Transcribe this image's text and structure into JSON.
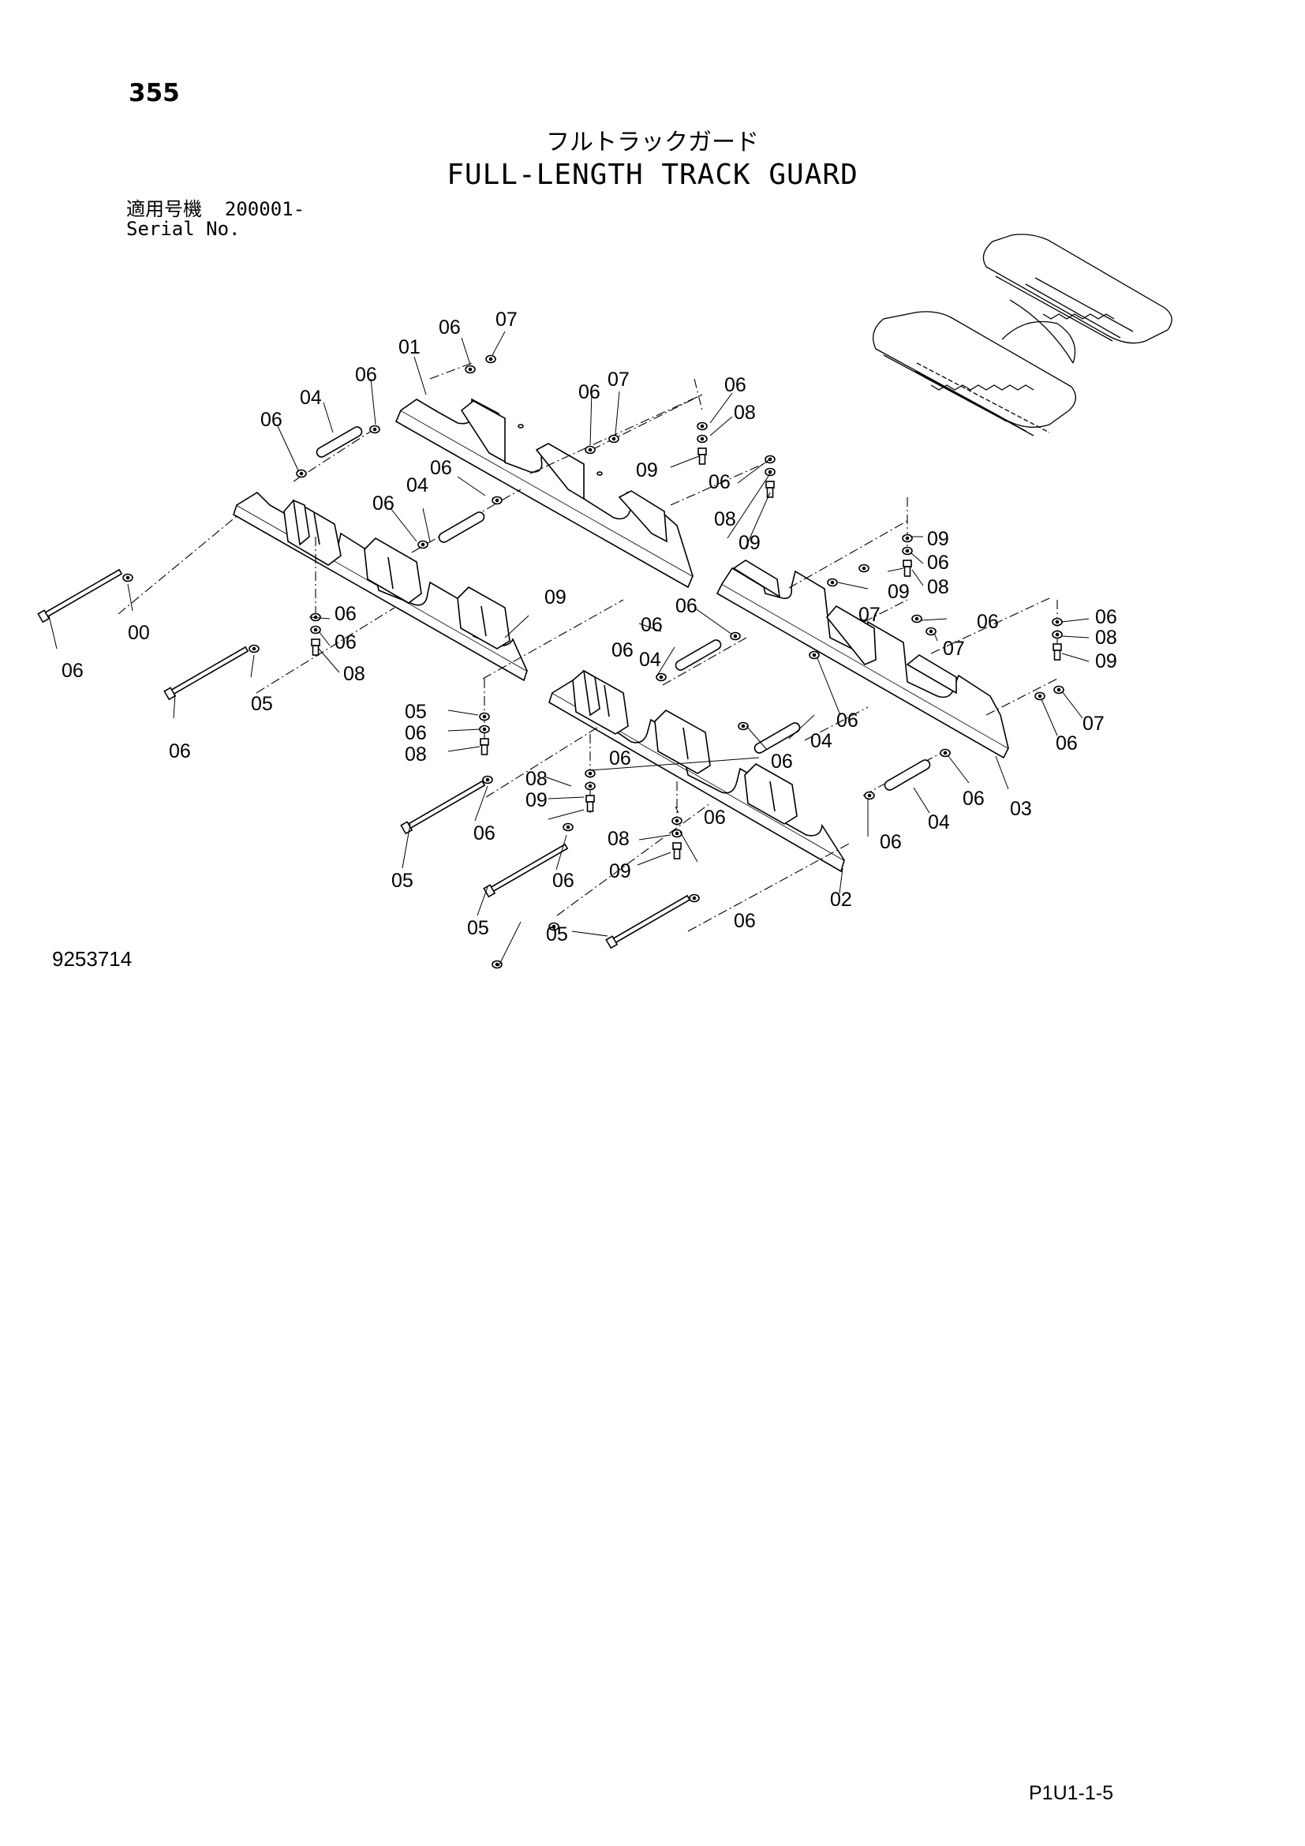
{
  "page": {
    "number": "355",
    "title_jp": "フルトラックガード",
    "title_en": "FULL-LENGTH TRACK GUARD",
    "serial_label_jp": "適用号機",
    "serial_value": "200001-",
    "serial_label_en": "Serial No.",
    "drawing_number": "9253714",
    "page_code": "P1U1-1-5"
  },
  "callouts": [
    {
      "id": "c1",
      "label": "01"
    },
    {
      "id": "c2",
      "label": "06"
    },
    {
      "id": "c3",
      "label": "07"
    },
    {
      "id": "c4",
      "label": "04"
    },
    {
      "id": "c5",
      "label": "06"
    },
    {
      "id": "c6",
      "label": "06"
    },
    {
      "id": "c7",
      "label": "06"
    },
    {
      "id": "c8",
      "label": "07"
    },
    {
      "id": "c9",
      "label": "06"
    },
    {
      "id": "c10",
      "label": "08"
    },
    {
      "id": "c11",
      "label": "09"
    },
    {
      "id": "c12",
      "label": "06"
    },
    {
      "id": "c13",
      "label": "08"
    },
    {
      "id": "c14",
      "label": "09"
    },
    {
      "id": "c15",
      "label": "06"
    },
    {
      "id": "c16",
      "label": "04"
    },
    {
      "id": "c17",
      "label": "06"
    },
    {
      "id": "c18",
      "label": "06"
    },
    {
      "id": "c19",
      "label": "06"
    },
    {
      "id": "c20",
      "label": "08"
    },
    {
      "id": "c21",
      "label": "09"
    },
    {
      "id": "c22",
      "label": "00"
    },
    {
      "id": "c23",
      "label": "06"
    },
    {
      "id": "c24",
      "label": "05"
    },
    {
      "id": "c25",
      "label": "06"
    },
    {
      "id": "c26",
      "label": "05"
    },
    {
      "id": "c27",
      "label": "06"
    },
    {
      "id": "c28",
      "label": "08"
    },
    {
      "id": "c29",
      "label": "09"
    },
    {
      "id": "c30",
      "label": "06"
    },
    {
      "id": "c31",
      "label": "08"
    },
    {
      "id": "c32",
      "label": "09"
    },
    {
      "id": "c33",
      "label": "07"
    },
    {
      "id": "c34",
      "label": "06"
    },
    {
      "id": "c35",
      "label": "07"
    },
    {
      "id": "c36",
      "label": "06"
    },
    {
      "id": "c37",
      "label": "06"
    },
    {
      "id": "c38",
      "label": "04"
    },
    {
      "id": "c39",
      "label": "06"
    },
    {
      "id": "c40",
      "label": "06"
    },
    {
      "id": "c41",
      "label": "08"
    },
    {
      "id": "c42",
      "label": "09"
    },
    {
      "id": "c43",
      "label": "06"
    },
    {
      "id": "c44",
      "label": "06"
    },
    {
      "id": "c45",
      "label": "04"
    },
    {
      "id": "c46",
      "label": "07"
    },
    {
      "id": "c47",
      "label": "06"
    },
    {
      "id": "c48",
      "label": "03"
    },
    {
      "id": "c49",
      "label": "06"
    },
    {
      "id": "c50",
      "label": "08"
    },
    {
      "id": "c51",
      "label": "09"
    },
    {
      "id": "c52",
      "label": "06"
    },
    {
      "id": "c53",
      "label": "04"
    },
    {
      "id": "c54",
      "label": "06"
    },
    {
      "id": "c55",
      "label": "06"
    },
    {
      "id": "c56",
      "label": "08"
    },
    {
      "id": "c57",
      "label": "09"
    },
    {
      "id": "c58",
      "label": "05"
    },
    {
      "id": "c59",
      "label": "06"
    },
    {
      "id": "c60",
      "label": "06"
    },
    {
      "id": "c61",
      "label": "05"
    },
    {
      "id": "c62",
      "label": "02"
    },
    {
      "id": "c63",
      "label": "05"
    },
    {
      "id": "c64",
      "label": "06"
    }
  ]
}
